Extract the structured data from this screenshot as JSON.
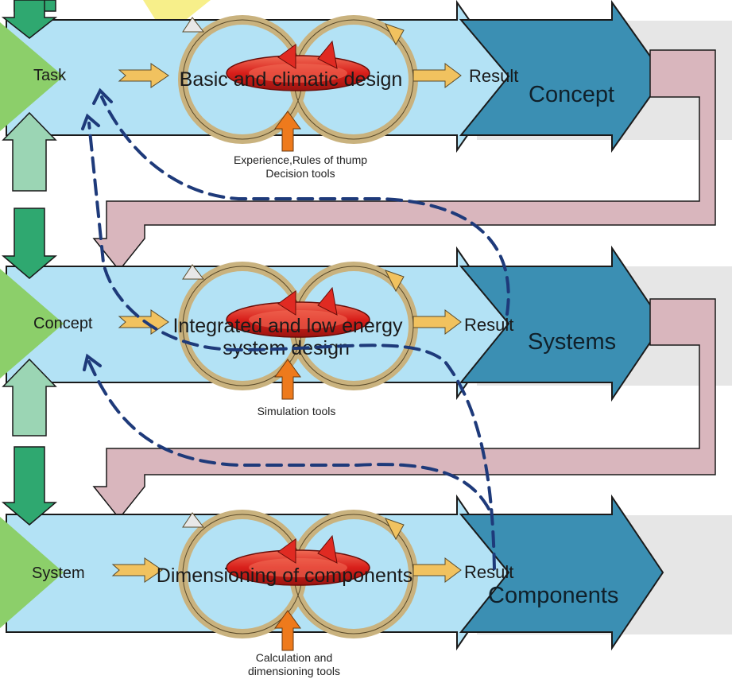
{
  "colors": {
    "band": "#b3e2f5",
    "band_shadow": "#e8e8e8",
    "output_arrow": "#3b8fb3",
    "feedback": "#d9b6bd",
    "loop_tan": "#c9b27e",
    "loop_arrow": "#f1c25f",
    "spiral_red": "#e02a22",
    "tool_arrow": "#ee7a1c",
    "dashed": "#1e3a7a",
    "green_dark": "#2fa870",
    "green_light": "#9bd5b4",
    "left_wedge": "#8ccf6a"
  },
  "stages": [
    {
      "input": "Task",
      "title": "Basic and climatic design",
      "result": "Result",
      "output": "Concept",
      "tools": [
        "Experience,Rules of thump",
        "Decision tools"
      ]
    },
    {
      "input": "Concept",
      "title": "Integrated and low energy",
      "title_line2": "system design",
      "result": "Result",
      "output": "Systems",
      "tools": [
        "Simulation tools"
      ]
    },
    {
      "input": "System",
      "title": "Dimensioning of components",
      "result": "Result",
      "output": "Components",
      "tools": [
        "Calculation and",
        "dimensioning tools"
      ]
    }
  ]
}
